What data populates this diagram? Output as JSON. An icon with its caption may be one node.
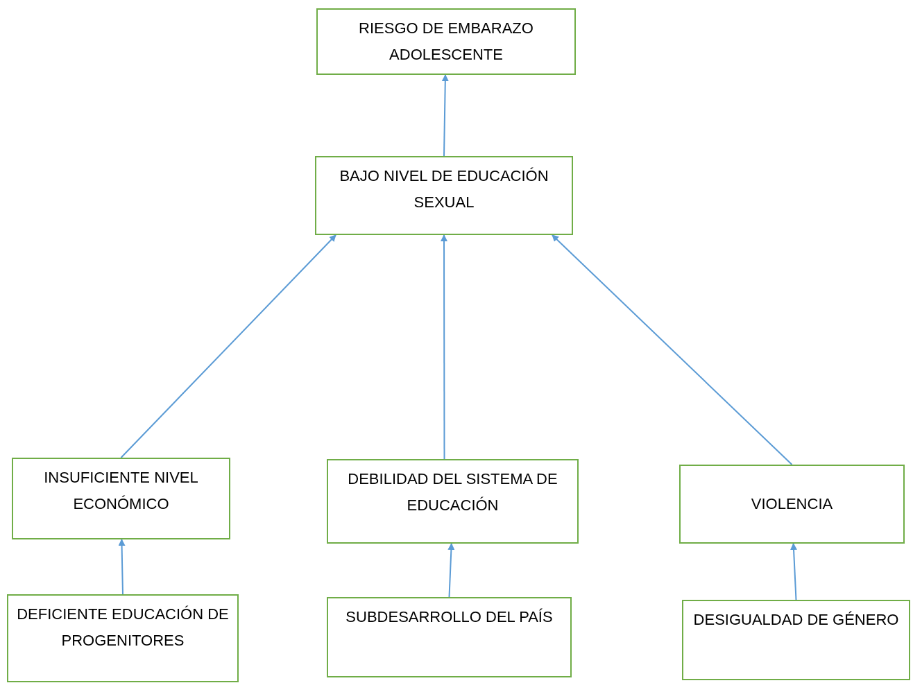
{
  "diagram": {
    "nodes": [
      {
        "text": [
          "RIESGO DE EMBARAZO ADOLESCENTE"
        ]
      },
      {
        "text": [
          "BAJO NIVEL DE EDUCACIÓN SEXUAL"
        ]
      },
      {
        "text": [
          "INSUFICIENTE NIVEL ECONÓMICO"
        ]
      },
      {
        "text": [
          "DEBILIDAD DEL SISTEMA DE EDUCACIÓN"
        ]
      },
      {
        "text": [
          "VIOLENCIA"
        ]
      },
      {
        "text": [
          "DEFICIENTE EDUCACIÓN DE PROGENITORES"
        ]
      },
      {
        "text": [
          "SUBDESARROLLO DEL PAÍS"
        ]
      },
      {
        "text": [
          "DESIGUALDAD DE GÉNERO"
        ]
      }
    ],
    "edges": [
      {
        "from": 1,
        "to": 0,
        "arrow": "to"
      },
      {
        "from": 2,
        "to": 1,
        "arrow": "to"
      },
      {
        "from": 3,
        "to": 1,
        "arrow": "to"
      },
      {
        "from": 4,
        "to": 1,
        "arrow": "to"
      },
      {
        "from": 5,
        "to": 2,
        "arrow": "to"
      },
      {
        "from": 6,
        "to": 3,
        "arrow": "to"
      },
      {
        "from": 7,
        "to": 4,
        "arrow": "to"
      }
    ]
  }
}
